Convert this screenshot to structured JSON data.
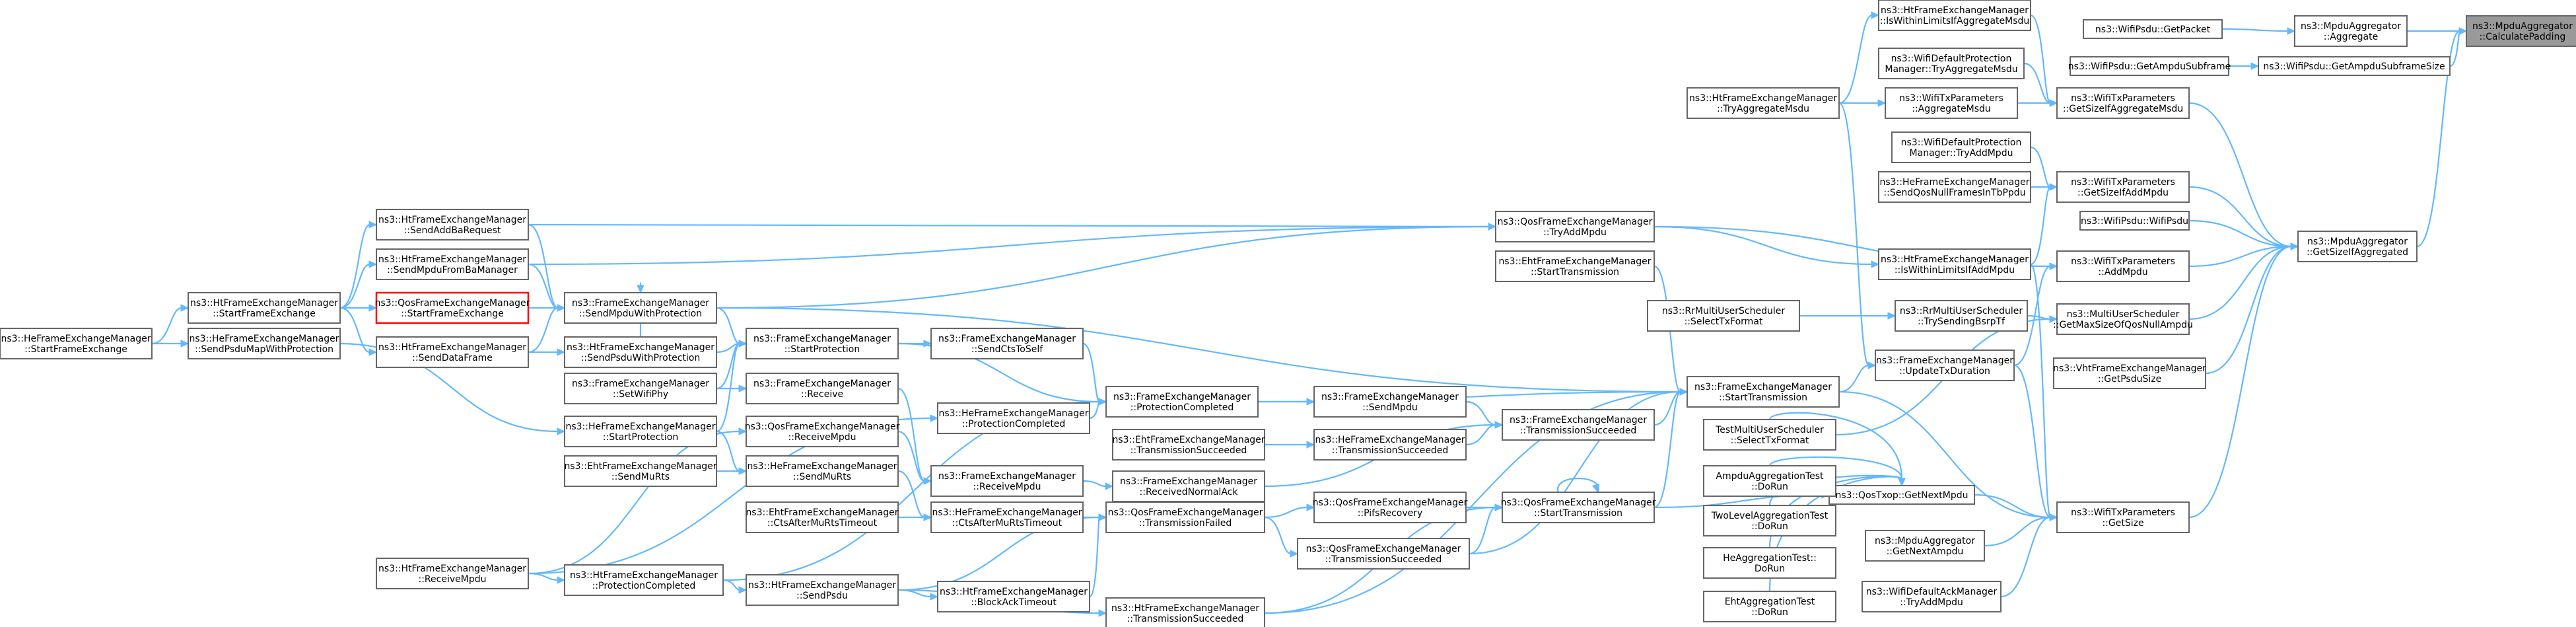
{
  "graph": {
    "root_node": "ns3::MpduAggregator::CalculatePadding",
    "highlight_node": "ns3::QosFrameExchangeManager::StartFrameExchange",
    "colors": {
      "edge": "#63B8FF",
      "node_border": "#666666",
      "root_fill": "#999999",
      "highlight_border": "#ff0000"
    },
    "nodes": [
      {
        "id": "n0",
        "lines": [
          "ns3::MpduAggregator",
          "::CalculatePadding"
        ]
      },
      {
        "id": "n1",
        "lines": [
          "ns3::MpduAggregator",
          "::Aggregate"
        ]
      },
      {
        "id": "n2",
        "lines": [
          "ns3::WifiPsdu::GetAmpduSubframeSize"
        ]
      },
      {
        "id": "n3",
        "lines": [
          "ns3::MpduAggregator",
          "::GetSizeIfAggregated"
        ]
      },
      {
        "id": "n4",
        "lines": [
          "ns3::WifiPsdu::GetPacket"
        ]
      },
      {
        "id": "n5",
        "lines": [
          "ns3::WifiPsdu::GetAmpduSubframe"
        ]
      },
      {
        "id": "n6",
        "lines": [
          "ns3::WifiTxParameters",
          "::GetSizeIfAggregateMsdu"
        ]
      },
      {
        "id": "n7",
        "lines": [
          "ns3::WifiTxParameters",
          "::GetSizeIfAddMpdu"
        ]
      },
      {
        "id": "n8",
        "lines": [
          "ns3::WifiTxParameters",
          "::AddMpdu"
        ]
      },
      {
        "id": "n9",
        "lines": [
          "ns3::MultiUserScheduler",
          "::GetMaxSizeOfQosNullAmpdu"
        ]
      },
      {
        "id": "n10",
        "lines": [
          "ns3::VhtFrameExchangeManager",
          "::GetPsduSize"
        ]
      },
      {
        "id": "n11",
        "lines": [
          "ns3::WifiTxParameters",
          "::GetSize"
        ]
      },
      {
        "id": "n12",
        "lines": [
          "ns3::WifiPsdu::WifiPsdu"
        ]
      },
      {
        "id": "n13",
        "lines": [
          "ns3::HtFrameExchangeManager",
          "::IsWithinLimitsIfAggregateMsdu"
        ]
      },
      {
        "id": "n14",
        "lines": [
          "ns3::WifiDefaultProtection",
          "Manager::TryAggregateMsdu"
        ]
      },
      {
        "id": "n15",
        "lines": [
          "ns3::WifiTxParameters",
          "::AggregateMsdu"
        ]
      },
      {
        "id": "n16",
        "lines": [
          "ns3::HtFrameExchangeManager",
          "::TryAggregateMsdu"
        ]
      },
      {
        "id": "n17",
        "lines": [
          "ns3::WifiDefaultProtection",
          "Manager::TryAddMpdu"
        ]
      },
      {
        "id": "n18",
        "lines": [
          "ns3::HeFrameExchangeManager",
          "::SendQosNullFramesInTbPpdu"
        ]
      },
      {
        "id": "n19",
        "lines": [
          "ns3::HtFrameExchangeManager",
          "::IsWithinLimitsIfAddMpdu"
        ]
      },
      {
        "id": "n20",
        "lines": [
          "ns3::RrMultiUserScheduler",
          "::TrySendingBsrpTf"
        ]
      },
      {
        "id": "n21",
        "lines": [
          "ns3::RrMultiUserScheduler",
          "::SelectTxFormat"
        ]
      },
      {
        "id": "n22",
        "lines": [
          "ns3::FrameExchangeManager",
          "::UpdateTxDuration"
        ]
      },
      {
        "id": "n23",
        "lines": [
          "ns3::FrameExchangeManager",
          "::StartTransmission"
        ]
      },
      {
        "id": "n24",
        "lines": [
          "ns3::QosTxop::GetNextMpdu"
        ]
      },
      {
        "id": "n25",
        "lines": [
          "ns3::MpduAggregator",
          "::GetNextAmpdu"
        ]
      },
      {
        "id": "n26",
        "lines": [
          "ns3::WifiDefaultAckManager",
          "::TryAddMpdu"
        ]
      },
      {
        "id": "n27",
        "lines": [
          "TestMultiUserScheduler",
          "::SelectTxFormat"
        ]
      },
      {
        "id": "n28",
        "lines": [
          "AmpduAggregationTest",
          "::DoRun"
        ]
      },
      {
        "id": "n29",
        "lines": [
          "TwoLevelAggregationTest",
          "::DoRun"
        ]
      },
      {
        "id": "n30",
        "lines": [
          "HeAggregationTest::",
          "DoRun"
        ]
      },
      {
        "id": "n31",
        "lines": [
          "EhtAggregationTest",
          "::DoRun"
        ]
      },
      {
        "id": "n32",
        "lines": [
          "ns3::QosFrameExchangeManager",
          "::TryAddMpdu"
        ]
      },
      {
        "id": "n33",
        "lines": [
          "ns3::EhtFrameExchangeManager",
          "::StartTransmission"
        ]
      },
      {
        "id": "n34",
        "lines": [
          "ns3::QosFrameExchangeManager",
          "::StartTransmission"
        ]
      },
      {
        "id": "n35",
        "lines": [
          "ns3::FrameExchangeManager",
          "::TransmissionSucceeded"
        ]
      },
      {
        "id": "n36",
        "lines": [
          "ns3::FrameExchangeManager",
          "::SendMpdu"
        ]
      },
      {
        "id": "n37",
        "lines": [
          "ns3::HeFrameExchangeManager",
          "::TransmissionSucceeded"
        ]
      },
      {
        "id": "n38",
        "lines": [
          "ns3::QosFrameExchangeManager",
          "::PifsRecovery"
        ]
      },
      {
        "id": "n39",
        "lines": [
          "ns3::QosFrameExchangeManager",
          "::TransmissionSucceeded"
        ]
      },
      {
        "id": "n40",
        "lines": [
          "ns3::FrameExchangeManager",
          "::ProtectionCompleted"
        ]
      },
      {
        "id": "n41",
        "lines": [
          "ns3::EhtFrameExchangeManager",
          "::TransmissionSucceeded"
        ]
      },
      {
        "id": "n42",
        "lines": [
          "ns3::FrameExchangeManager",
          "::ReceivedNormalAck"
        ]
      },
      {
        "id": "n43",
        "lines": [
          "ns3::QosFrameExchangeManager",
          "::TransmissionFailed"
        ]
      },
      {
        "id": "n44",
        "lines": [
          "ns3::HtFrameExchangeManager",
          "::BlockAckTimeout"
        ]
      },
      {
        "id": "n45",
        "lines": [
          "ns3::HtFrameExchangeManager",
          "::TransmissionSucceeded"
        ]
      },
      {
        "id": "n46",
        "lines": [
          "ns3::FrameExchangeManager",
          "::SendCtsToSelf"
        ]
      },
      {
        "id": "n47",
        "lines": [
          "ns3::HeFrameExchangeManager",
          "::ProtectionCompleted"
        ]
      },
      {
        "id": "n48",
        "lines": [
          "ns3::FrameExchangeManager",
          "::ReceiveMpdu"
        ]
      },
      {
        "id": "n49",
        "lines": [
          "ns3::HeFrameExchangeManager",
          "::CtsAfterMuRtsTimeout"
        ]
      },
      {
        "id": "n50",
        "lines": [
          "ns3::FrameExchangeManager",
          "::StartProtection"
        ]
      },
      {
        "id": "n51",
        "lines": [
          "ns3::FrameExchangeManager",
          "::Receive"
        ]
      },
      {
        "id": "n52",
        "lines": [
          "ns3::QosFrameExchangeManager",
          "::ReceiveMpdu"
        ]
      },
      {
        "id": "n53",
        "lines": [
          "ns3::HeFrameExchangeManager",
          "::SendMuRts"
        ]
      },
      {
        "id": "n54",
        "lines": [
          "ns3::EhtFrameExchangeManager",
          "::SendMuRts"
        ]
      },
      {
        "id": "n55",
        "lines": [
          "ns3::EhtFrameExchangeManager",
          "::CtsAfterMuRtsTimeout"
        ]
      },
      {
        "id": "n56",
        "lines": [
          "ns3::HtFrameExchangeManager",
          "::ProtectionCompleted"
        ]
      },
      {
        "id": "n57",
        "lines": [
          "ns3::HtFrameExchangeManager",
          "::SendPsdu"
        ]
      },
      {
        "id": "n58",
        "lines": [
          "ns3::HtFrameExchangeManager",
          "::SendAddBaRequest"
        ]
      },
      {
        "id": "n59",
        "lines": [
          "ns3::HtFrameExchangeManager",
          "::SendMpduFromBaManager"
        ]
      },
      {
        "id": "n60",
        "lines": [
          "ns3::QosFrameExchangeManager",
          "::StartFrameExchange"
        ]
      },
      {
        "id": "n61",
        "lines": [
          "ns3::HtFrameExchangeManager",
          "::SendDataFrame"
        ]
      },
      {
        "id": "n62",
        "lines": [
          "ns3::FrameExchangeManager",
          "::SendMpduWithProtection"
        ]
      },
      {
        "id": "n63",
        "lines": [
          "ns3::HtFrameExchangeManager",
          "::SendPsduWithProtection"
        ]
      },
      {
        "id": "n64",
        "lines": [
          "ns3::FrameExchangeManager",
          "::SetWifiPhy"
        ]
      },
      {
        "id": "n65",
        "lines": [
          "ns3::HeFrameExchangeManager",
          "::StartProtection"
        ]
      },
      {
        "id": "n66",
        "lines": [
          "ns3::HtFrameExchangeManager",
          "::StartFrameExchange"
        ]
      },
      {
        "id": "n67",
        "lines": [
          "ns3::HtFrameExchangeManager",
          "::ReceiveMpdu"
        ]
      },
      {
        "id": "n68",
        "lines": [
          "ns3::HeFrameExchangeManager",
          "::SendPsduMapWithProtection"
        ]
      },
      {
        "id": "n69",
        "lines": [
          "ns3::HeFrameExchangeManager",
          "::StartFrameExchange"
        ]
      }
    ],
    "edges": [
      [
        "n0",
        "n1"
      ],
      [
        "n0",
        "n2"
      ],
      [
        "n0",
        "n3"
      ],
      [
        "n1",
        "n4"
      ],
      [
        "n2",
        "n5"
      ],
      [
        "n3",
        "n6"
      ],
      [
        "n3",
        "n7"
      ],
      [
        "n3",
        "n8"
      ],
      [
        "n3",
        "n9"
      ],
      [
        "n3",
        "n10"
      ],
      [
        "n3",
        "n11"
      ],
      [
        "n3",
        "n12"
      ],
      [
        "n6",
        "n13"
      ],
      [
        "n6",
        "n14"
      ],
      [
        "n6",
        "n15"
      ],
      [
        "n13",
        "n16"
      ],
      [
        "n15",
        "n16"
      ],
      [
        "n7",
        "n17"
      ],
      [
        "n7",
        "n18"
      ],
      [
        "n7",
        "n19"
      ],
      [
        "n8",
        "n32"
      ],
      [
        "n8",
        "n22"
      ],
      [
        "n9",
        "n20"
      ],
      [
        "n9",
        "n27"
      ],
      [
        "n20",
        "n21"
      ],
      [
        "n11",
        "n22"
      ],
      [
        "n11",
        "n24"
      ],
      [
        "n11",
        "n25"
      ],
      [
        "n11",
        "n26"
      ],
      [
        "n11",
        "n19"
      ],
      [
        "n11",
        "n23"
      ],
      [
        "n22",
        "n23"
      ],
      [
        "n22",
        "n16"
      ],
      [
        "n19",
        "n32"
      ],
      [
        "n24",
        "n27"
      ],
      [
        "n24",
        "n28"
      ],
      [
        "n24",
        "n29"
      ],
      [
        "n24",
        "n30"
      ],
      [
        "n24",
        "n31"
      ],
      [
        "n24",
        "n34"
      ],
      [
        "n32",
        "n62"
      ],
      [
        "n32",
        "n59"
      ],
      [
        "n32",
        "n58"
      ],
      [
        "n23",
        "n33"
      ],
      [
        "n23",
        "n34"
      ],
      [
        "n23",
        "n35"
      ],
      [
        "n23",
        "n39"
      ],
      [
        "n23",
        "n40"
      ],
      [
        "n23",
        "n62"
      ],
      [
        "n23",
        "n45"
      ],
      [
        "n34",
        "n34"
      ],
      [
        "n34",
        "n38"
      ],
      [
        "n34",
        "n39"
      ],
      [
        "n34",
        "n45"
      ],
      [
        "n35",
        "n36"
      ],
      [
        "n35",
        "n37"
      ],
      [
        "n35",
        "n42"
      ],
      [
        "n36",
        "n40"
      ],
      [
        "n37",
        "n41"
      ],
      [
        "n38",
        "n43"
      ],
      [
        "n39",
        "n43"
      ],
      [
        "n40",
        "n46"
      ],
      [
        "n40",
        "n47"
      ],
      [
        "n40",
        "n50"
      ],
      [
        "n40",
        "n56"
      ],
      [
        "n43",
        "n44"
      ],
      [
        "n43",
        "n49"
      ],
      [
        "n43",
        "n57"
      ],
      [
        "n44",
        "n57"
      ],
      [
        "n45",
        "n57"
      ],
      [
        "n42",
        "n48"
      ],
      [
        "n46",
        "n50"
      ],
      [
        "n48",
        "n51"
      ],
      [
        "n48",
        "n52"
      ],
      [
        "n49",
        "n53"
      ],
      [
        "n49",
        "n55"
      ],
      [
        "n50",
        "n62"
      ],
      [
        "n50",
        "n63"
      ],
      [
        "n50",
        "n64"
      ],
      [
        "n50",
        "n65"
      ],
      [
        "n51",
        "n64"
      ],
      [
        "n52",
        "n67"
      ],
      [
        "n53",
        "n54"
      ],
      [
        "n53",
        "n65"
      ],
      [
        "n56",
        "n67"
      ],
      [
        "n57",
        "n56"
      ],
      [
        "n62",
        "n58"
      ],
      [
        "n62",
        "n59"
      ],
      [
        "n62",
        "n60"
      ],
      [
        "n62",
        "n61"
      ],
      [
        "n62",
        "n63"
      ],
      [
        "n63",
        "n61"
      ],
      [
        "n65",
        "n68"
      ],
      [
        "n58",
        "n66"
      ],
      [
        "n59",
        "n66"
      ],
      [
        "n60",
        "n66"
      ],
      [
        "n61",
        "n66"
      ],
      [
        "n66",
        "n69"
      ],
      [
        "n68",
        "n69"
      ],
      [
        "n47",
        "n67"
      ]
    ]
  }
}
